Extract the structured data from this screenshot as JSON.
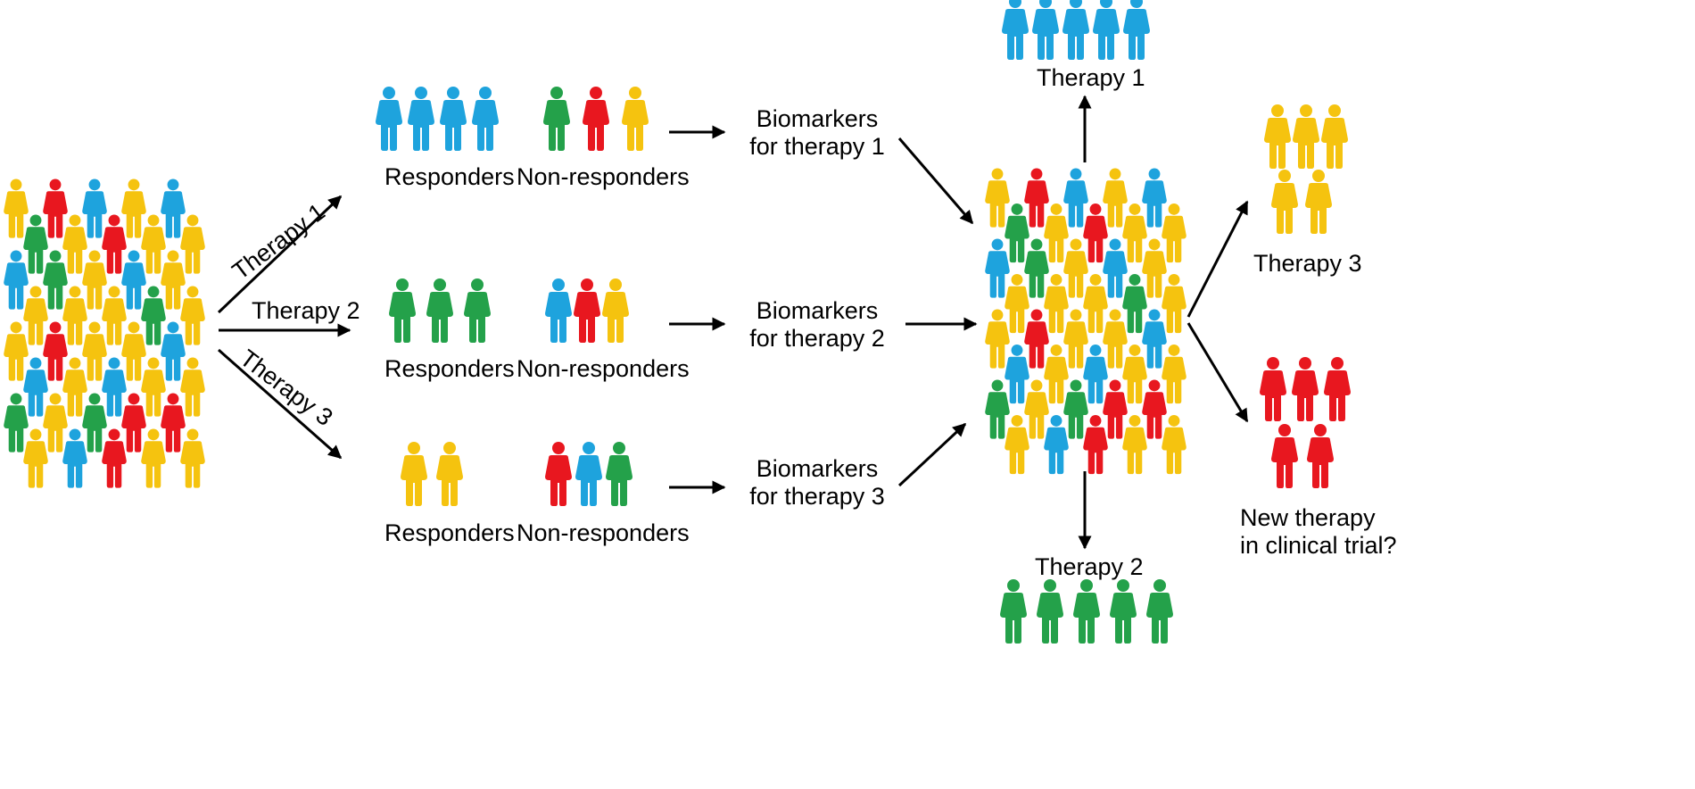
{
  "colors": {
    "blue": "#1ea3dd",
    "green": "#24a14a",
    "red": "#e8171f",
    "yellow": "#f5c30f",
    "arrow": "#000000"
  },
  "icon": "person-icon",
  "branches": [
    {
      "arrow_label": "Therapy 1",
      "responders_label": "Responders",
      "nonresponders_label": "Non-responders",
      "responders": [
        "blue",
        "blue",
        "blue",
        "blue"
      ],
      "nonresponders": [
        "green",
        "red",
        "yellow"
      ],
      "biomarker_line1": "Biomarkers",
      "biomarker_line2": "for therapy 1"
    },
    {
      "arrow_label": "Therapy 2",
      "responders_label": "Responders",
      "nonresponders_label": "Non-responders",
      "responders": [
        "green",
        "green",
        "green"
      ],
      "nonresponders": [
        "blue",
        "red",
        "yellow"
      ],
      "biomarker_line1": "Biomarkers",
      "biomarker_line2": "for therapy 2"
    },
    {
      "arrow_label": "Therapy 3",
      "responders_label": "Responders",
      "nonresponders_label": "Non-responders",
      "responders": [
        "yellow",
        "yellow"
      ],
      "nonresponders": [
        "red",
        "blue",
        "green"
      ],
      "biomarker_line1": "Biomarkers",
      "biomarker_line2": "for therapy 3"
    }
  ],
  "outcomes": {
    "therapy1": {
      "label": "Therapy 1",
      "people": [
        "blue",
        "blue",
        "blue",
        "blue",
        "blue"
      ]
    },
    "therapy2": {
      "label": "Therapy 2",
      "people": [
        "green",
        "green",
        "green",
        "green",
        "green"
      ]
    },
    "therapy3": {
      "label": "Therapy 3",
      "people": [
        "yellow",
        "yellow",
        "yellow",
        "yellow",
        "yellow"
      ]
    },
    "new_therapy": {
      "label_line1": "New therapy",
      "label_line2": "in clinical trial?",
      "people": [
        "red",
        "red",
        "red",
        "red",
        "red"
      ]
    }
  },
  "initial_crowd": [
    [
      "yellow",
      "red",
      "blue",
      "yellow",
      "blue"
    ],
    [
      "green",
      "yellow",
      "red",
      "yellow",
      "yellow"
    ],
    [
      "blue",
      "green",
      "yellow",
      "blue",
      "yellow"
    ],
    [
      "yellow",
      "yellow",
      "yellow",
      "green",
      "yellow"
    ],
    [
      "yellow",
      "red",
      "yellow",
      "yellow",
      "blue"
    ],
    [
      "blue",
      "yellow",
      "blue",
      "yellow",
      "yellow"
    ],
    [
      "green",
      "yellow",
      "green",
      "red",
      "red"
    ],
    [
      "yellow",
      "blue",
      "red",
      "yellow",
      "yellow"
    ]
  ],
  "pooled_crowd": [
    [
      "yellow",
      "red",
      "blue",
      "yellow",
      "blue"
    ],
    [
      "green",
      "yellow",
      "red",
      "yellow",
      "yellow"
    ],
    [
      "blue",
      "green",
      "yellow",
      "blue",
      "yellow"
    ],
    [
      "yellow",
      "yellow",
      "yellow",
      "green",
      "yellow"
    ],
    [
      "yellow",
      "red",
      "yellow",
      "yellow",
      "blue"
    ],
    [
      "blue",
      "yellow",
      "blue",
      "yellow",
      "yellow"
    ],
    [
      "green",
      "yellow",
      "green",
      "red",
      "red"
    ],
    [
      "yellow",
      "blue",
      "red",
      "yellow",
      "yellow"
    ]
  ]
}
